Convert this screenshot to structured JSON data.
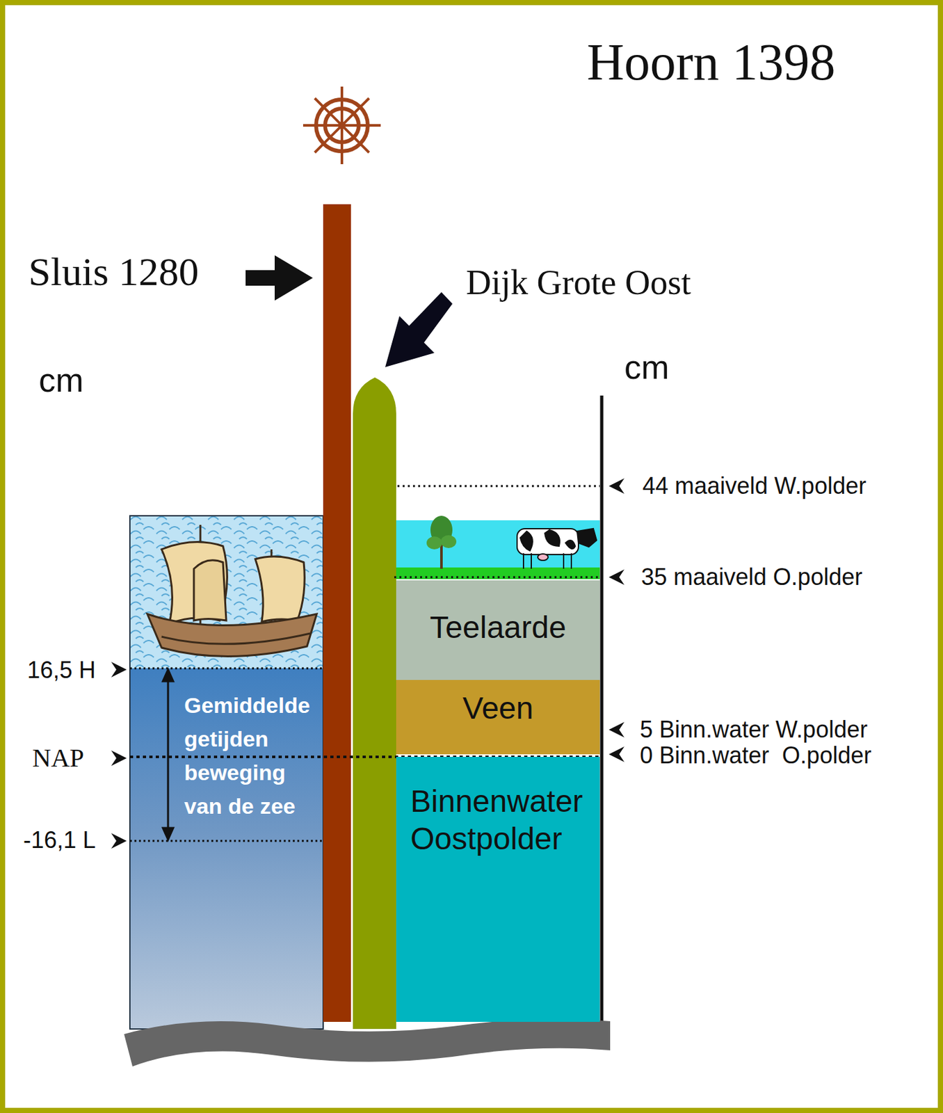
{
  "diagram": {
    "title": "Hoorn 1398",
    "nodes": [
      {
        "text": [
          "Teelaarde"
        ]
      },
      {
        "text": [
          "Veen"
        ]
      },
      {
        "text": [
          "Binnenwater Oostpolder"
        ]
      }
    ],
    "labels": [
      "Sluis 1280",
      "Dijk Grote Oost",
      "cm",
      "cm",
      "44 maaiveld W.polder",
      "35 maaiveld O.polder",
      "5 Binn.water W.polder",
      "0 Binn.water  O.polder",
      "16,5 H",
      "NAP",
      "-16,1 L",
      "Gemiddelde getijden beweging van de zee"
    ]
  }
}
